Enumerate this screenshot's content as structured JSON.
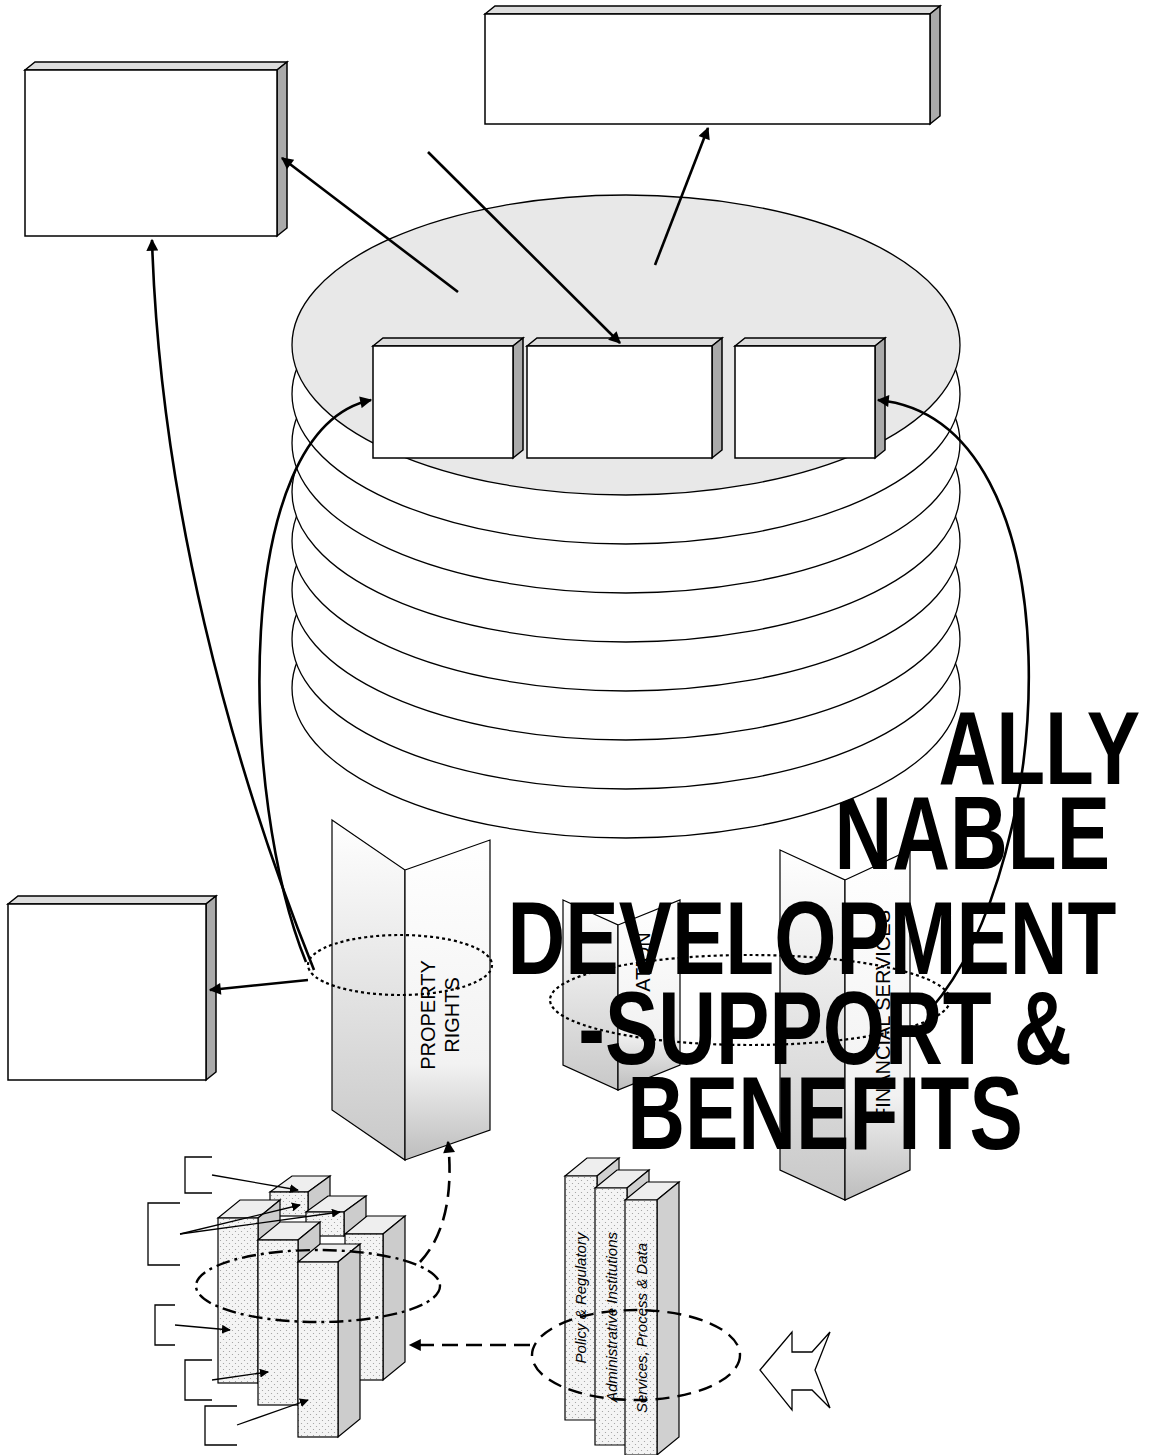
{
  "diagram": {
    "nodes": [
      {
        "text": [
          "PROPERTY RIGHTS"
        ]
      },
      {
        "text": [
          "ATION"
        ]
      },
      {
        "text": [
          "FINANCIAL SERVICES"
        ]
      },
      {
        "text": [
          "Policy & Regulatory"
        ]
      },
      {
        "text": [
          "Administrative Institutions"
        ]
      },
      {
        "text": [
          "Services, Process & Data"
        ]
      }
    ],
    "labels": [
      "ALLY",
      "NABLE",
      "DEVELOPMENT",
      "-SUPPORT &",
      "BENEFITS"
    ]
  }
}
